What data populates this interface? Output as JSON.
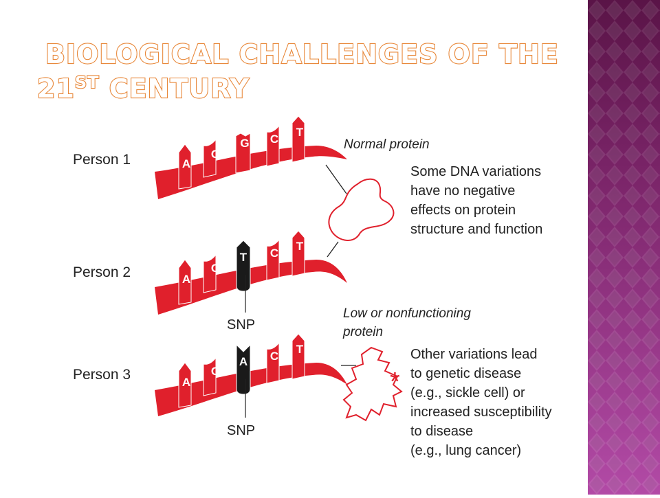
{
  "title": {
    "line1": "BIOLOGICAL CHALLENGES OF THE",
    "line2_prefix": "21",
    "line2_sup": "ST",
    "line2_suffix": " CENTURY"
  },
  "rows": [
    {
      "label": "Person 1",
      "bases": [
        "A",
        "C",
        "G",
        "C",
        "T"
      ],
      "snp_index": null,
      "snp_label": ""
    },
    {
      "label": "Person 2",
      "bases": [
        "A",
        "C",
        "T",
        "C",
        "T"
      ],
      "snp_index": 2,
      "snp_label": "SNP"
    },
    {
      "label": "Person 3",
      "bases": [
        "A",
        "C",
        "A",
        "C",
        "T"
      ],
      "snp_index": 2,
      "snp_label": "SNP"
    }
  ],
  "normal": {
    "caption": "Normal protein",
    "description": [
      "Some DNA variations",
      "have no negative",
      "effects on protein",
      "structure and function"
    ]
  },
  "abnormal": {
    "caption": [
      "Low or nonfunctioning",
      "protein"
    ],
    "marker": "*",
    "description": [
      "Other variations lead",
      "to genetic disease",
      "(e.g., sickle cell) or",
      "increased susceptibility",
      "to disease",
      "(e.g., lung cancer)"
    ]
  },
  "colors": {
    "dna_red": "#e0202c",
    "snp_black": "#1a1a1a",
    "title_outline": "#e8883a",
    "panel_purple": "#9b3a8c",
    "panel_dark": "#5a1447"
  }
}
